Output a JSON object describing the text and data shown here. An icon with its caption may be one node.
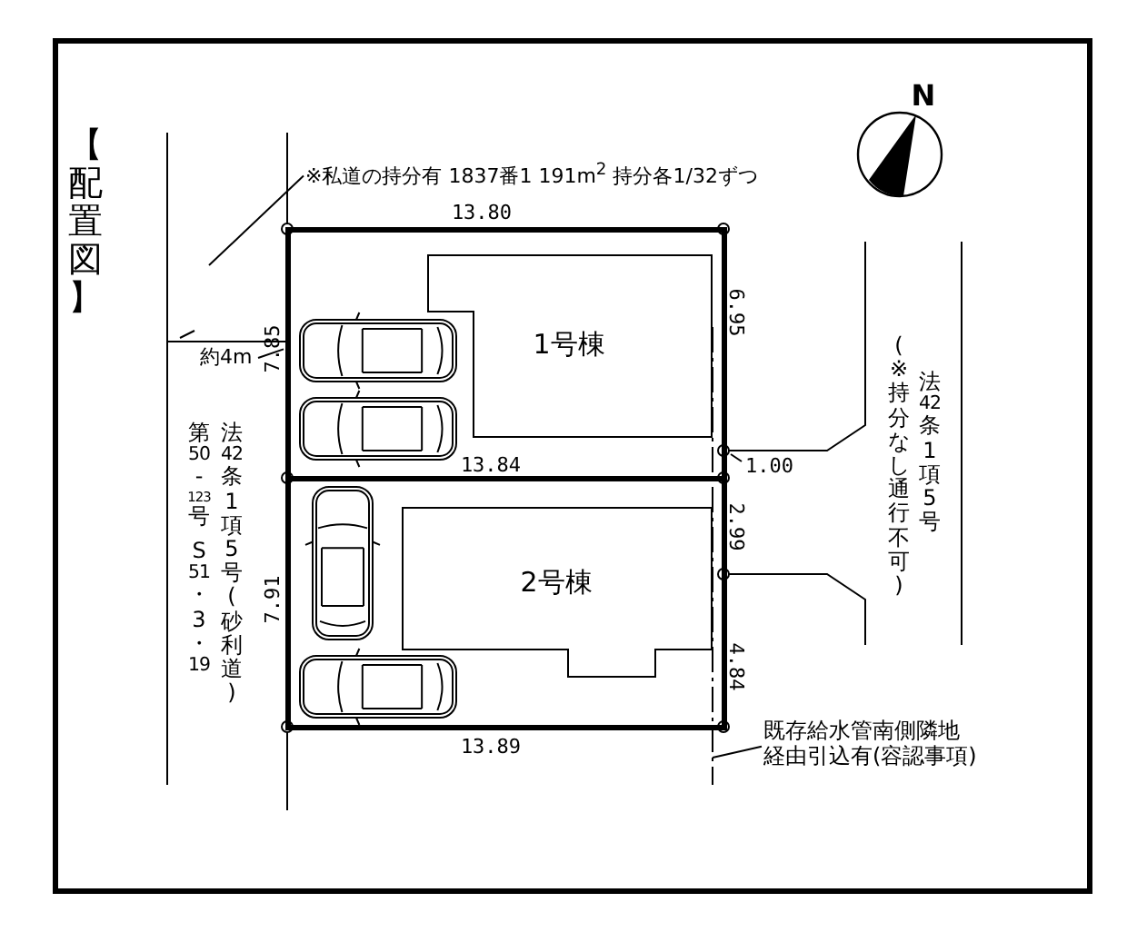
{
  "diagram": {
    "nodes": [
      {
        "text": [],
        "shape": "box"
      },
      {
        "text": [
          "1号棟"
        ],
        "in": 0
      },
      {
        "text": [],
        "shape": "box"
      },
      {
        "text": [
          "2号棟"
        ],
        "in": 2
      },
      {
        "text": [
          "※私道の持分有 1837番1 191m$^{2}$ 持分各1/32ずつ"
        ]
      },
      {
        "text": [
          "約4m"
        ]
      },
      {
        "text": [
          "既存給水管南側隣地経由引込有(容認事項)"
        ]
      }
    ],
    "edges": [
      {
        "from": 4,
        "to": null,
        "arrow": "none"
      },
      {
        "from": 5,
        "to": 0,
        "arrow": "none"
      },
      {
        "from": 6,
        "to": null,
        "arrow": "none"
      }
    ],
    "labels": [
      "【配置図】",
      "N",
      "13.80",
      "7.85",
      "6.95",
      "13.84",
      "1.00",
      "2.99",
      "7.91",
      "4.84",
      "13.89",
      "法42条1項5号(砂利道)",
      "第50-123号 S51・3・19",
      "(※持分なし通行不可)",
      "法42条1項5号"
    ]
  }
}
